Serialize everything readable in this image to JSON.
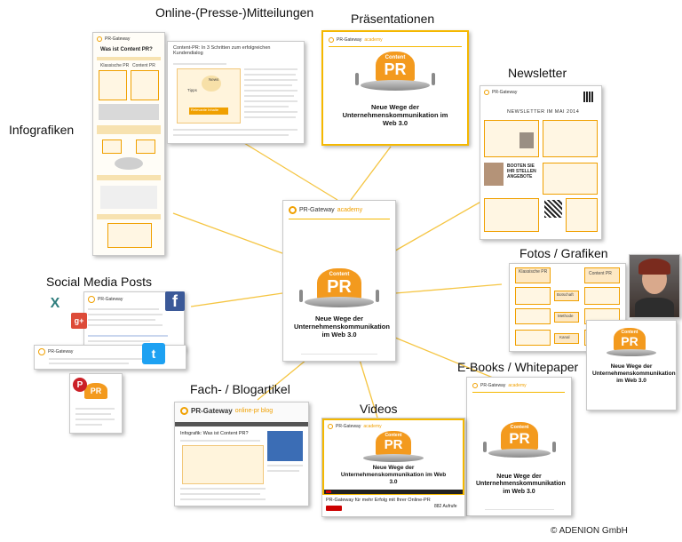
{
  "labels": {
    "online_presse": "Online-(Presse-)Mitteilungen",
    "praesentationen": "Präsentationen",
    "newsletter": "Newsletter",
    "infografiken": "Infografiken",
    "fotos_grafiken": "Fotos / Grafiken",
    "social_media": "Social Media  Posts",
    "ebooks": "E-Books / Whitepaper",
    "fach_blog": "Fach- / Blogartikel",
    "videos": "Videos"
  },
  "brand": {
    "name": "PR-Gateway",
    "academy": "academy",
    "content": "Content",
    "pr": "PR",
    "headline": "Neue Wege der Unternehmenskommunikation im Web 3.0"
  },
  "infografik": {
    "title": "Was ist Content PR?",
    "col1": "Klassische PR",
    "col2": "Content PR"
  },
  "pressrelease": {
    "title": "Content-PR: In 3 Schritten zum erfolgreichen Kundendialog",
    "diagram_label": "Relevante Inhalte",
    "tips": "Tipps",
    "news": "News"
  },
  "newsletter": {
    "brand": "PR-Gateway",
    "heading": "NEWSLETTER IM MAI 2014",
    "block": "BOOTEN SIE IHR STELLEN ANGEBOTE"
  },
  "fotos": {
    "classic": "Klassische PR",
    "content": "Content PR",
    "botschaft": "Botschaft",
    "methode": "Methode",
    "kanal": "Kanal"
  },
  "blog": {
    "brand": "PR-Gateway",
    "suffix": "online-pr blog",
    "article_title": "Infografik: Was ist Content PR?"
  },
  "video": {
    "caption": "PR-Gateway für mehr Erfolg mit Ihrer Online-PR",
    "views": "882 Aufrufe"
  },
  "social": {
    "account": "PR-Gateway"
  },
  "copyright": "© ADENION  GmbH",
  "colors": {
    "accent": "#f39a1e",
    "rays": "#f5c542",
    "facebook": "#3b5998",
    "twitter": "#1da1f2",
    "pinterest": "#cb2027",
    "googleplus": "#dd4b39",
    "xing": "#2e7d7d"
  }
}
